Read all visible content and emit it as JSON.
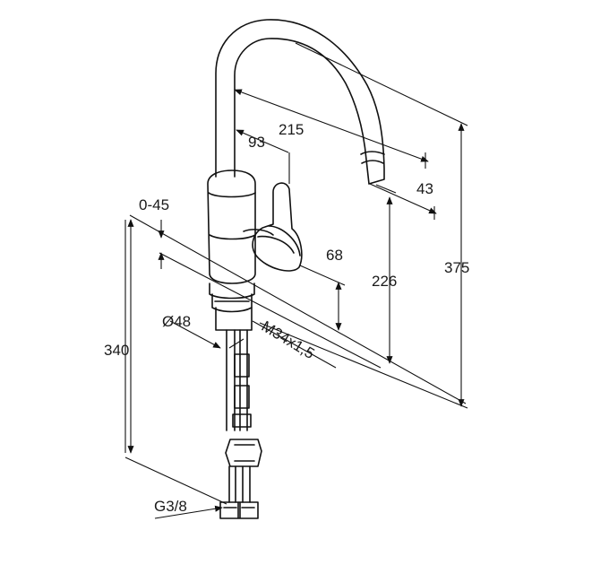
{
  "dimensions": {
    "spout_reach": "215",
    "handle_offset": "93",
    "outlet_height_detail": "43",
    "swivel_range": "0-45",
    "body_height": "68",
    "outlet_height": "226",
    "total_height": "375",
    "base_diameter": "Ø48",
    "thread": "M34x1,5",
    "under_sink_length": "340",
    "connection": "G3/8"
  },
  "colors": {
    "line": "#111111",
    "background": "#ffffff"
  }
}
